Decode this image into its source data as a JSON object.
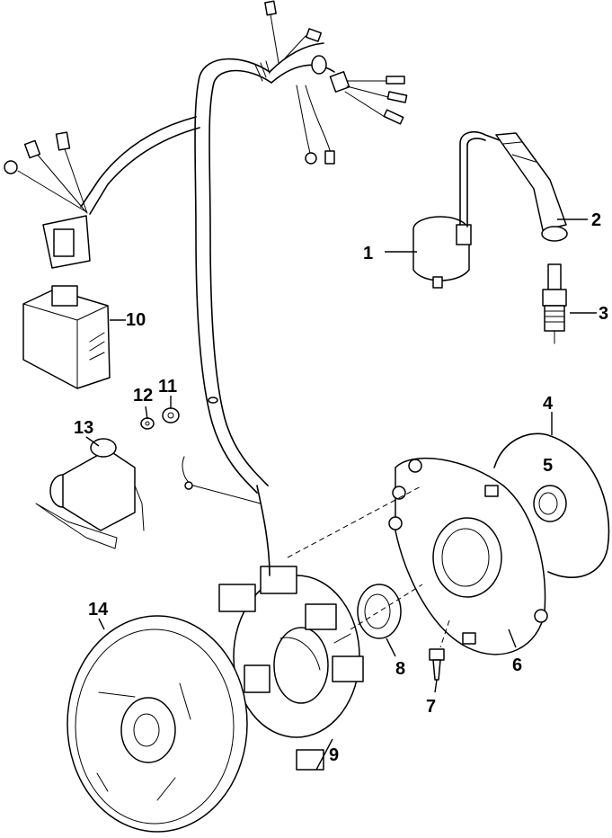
{
  "callouts": [
    {
      "id": "1"
    },
    {
      "id": "2"
    },
    {
      "id": "3"
    },
    {
      "id": "4"
    },
    {
      "id": "5"
    },
    {
      "id": "6"
    },
    {
      "id": "7"
    },
    {
      "id": "8"
    },
    {
      "id": "9"
    },
    {
      "id": "10"
    },
    {
      "id": "11"
    },
    {
      "id": "12"
    },
    {
      "id": "13"
    },
    {
      "id": "14"
    }
  ]
}
